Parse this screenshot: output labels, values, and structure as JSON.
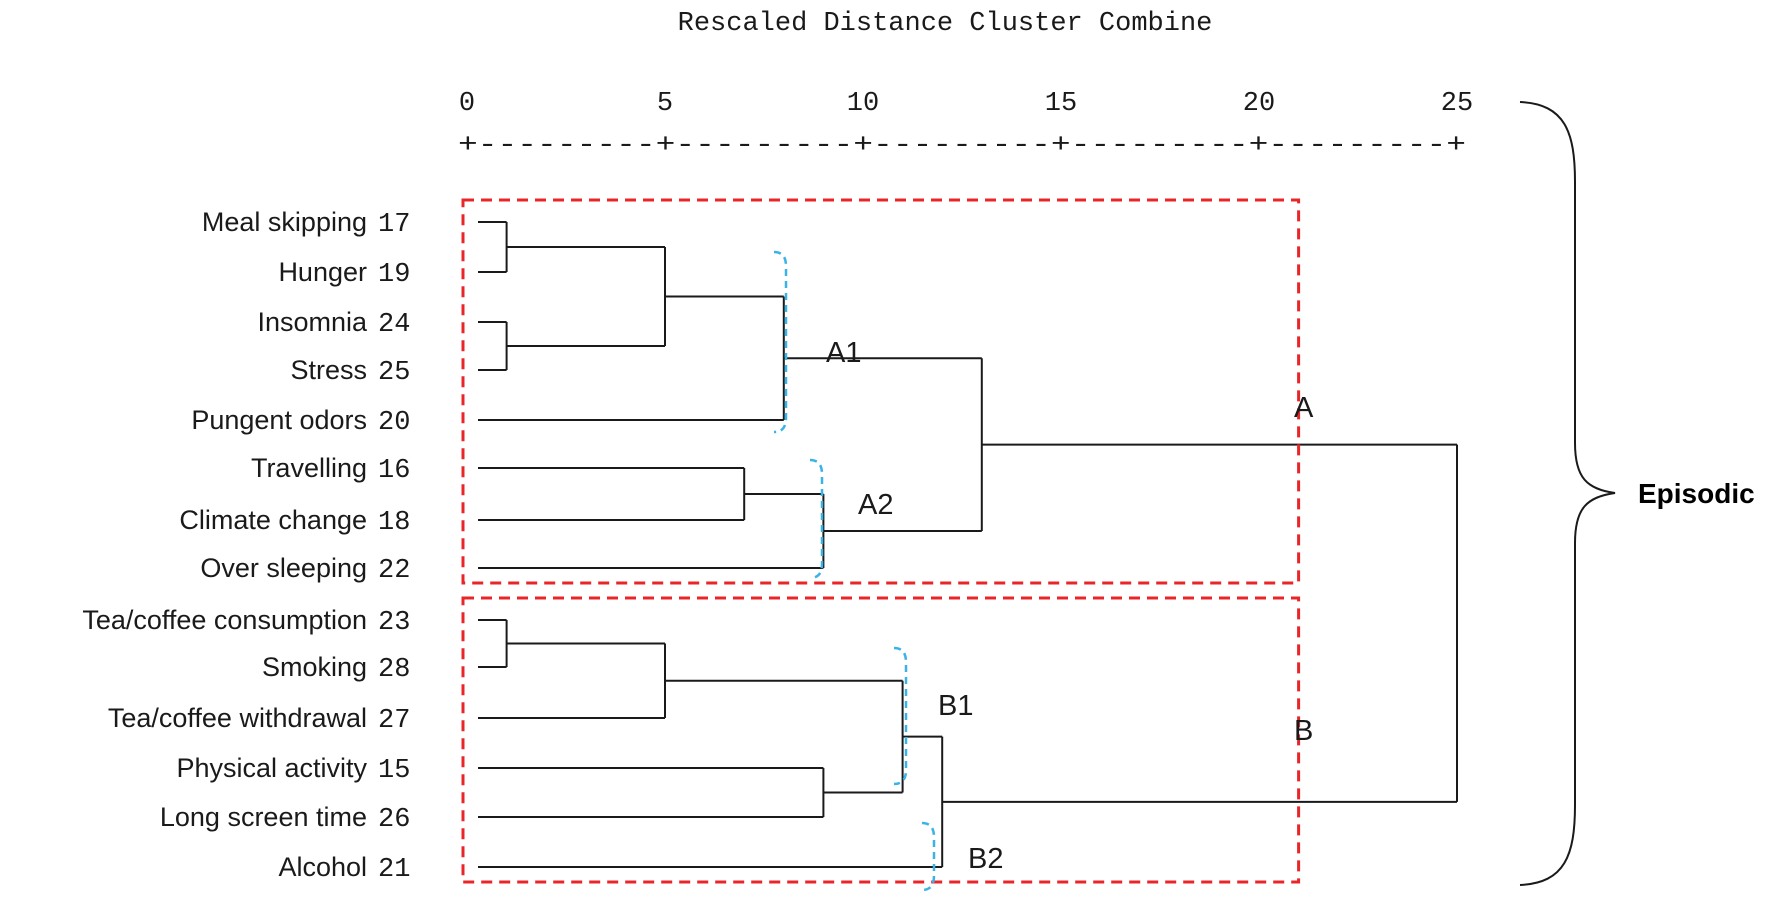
{
  "chart_data": {
    "type": "dendrogram",
    "title": "Rescaled Distance Cluster Combine",
    "axis": {
      "min": 0,
      "max": 25,
      "ticks": [
        0,
        5,
        10,
        15,
        20,
        25
      ],
      "tick_labels": [
        "0",
        "5",
        "10",
        "15",
        "20",
        "25"
      ],
      "ruler": "+---------+---------+---------+---------+---------+"
    },
    "leaves": [
      {
        "label": "Meal skipping",
        "id": "17"
      },
      {
        "label": "Hunger",
        "id": "19"
      },
      {
        "label": "Insomnia",
        "id": "24"
      },
      {
        "label": "Stress",
        "id": "25"
      },
      {
        "label": "Pungent odors",
        "id": "20"
      },
      {
        "label": "Travelling",
        "id": "16"
      },
      {
        "label": "Climate change",
        "id": "18"
      },
      {
        "label": "Over sleeping",
        "id": "22"
      },
      {
        "label": "Tea/coffee consumption",
        "id": "23"
      },
      {
        "label": "Smoking",
        "id": "28"
      },
      {
        "label": "Tea/coffee withdrawal",
        "id": "27"
      },
      {
        "label": "Physical activity",
        "id": "15"
      },
      {
        "label": "Long screen time",
        "id": "26"
      },
      {
        "label": "Alcohol",
        "id": "21"
      }
    ],
    "merges": [
      {
        "left": "L0",
        "right": "L1",
        "height": 1
      },
      {
        "left": "L2",
        "right": "L3",
        "height": 1
      },
      {
        "left": "M0",
        "right": "M1",
        "height": 5
      },
      {
        "left": "M2",
        "right": "L4",
        "height": 8
      },
      {
        "left": "L5",
        "right": "L6",
        "height": 7
      },
      {
        "left": "M4",
        "right": "L7",
        "height": 9
      },
      {
        "left": "M3",
        "right": "M5",
        "height": 13
      },
      {
        "left": "L8",
        "right": "L9",
        "height": 1
      },
      {
        "left": "M7",
        "right": "L10",
        "height": 5
      },
      {
        "left": "L11",
        "right": "L12",
        "height": 9
      },
      {
        "left": "M8",
        "right": "M9",
        "height": 11
      },
      {
        "left": "M10",
        "right": "L13",
        "height": 12
      },
      {
        "left": "M6",
        "right": "M11",
        "height": 25
      }
    ],
    "clusters": [
      {
        "label": "A",
        "first_leaf": 0,
        "last_leaf": 7,
        "box_to": 21
      },
      {
        "label": "B",
        "first_leaf": 8,
        "last_leaf": 13,
        "box_to": 21
      }
    ],
    "subclusters": [
      {
        "label": "A1",
        "first_leaf": 0,
        "last_leaf": 4
      },
      {
        "label": "A2",
        "first_leaf": 5,
        "last_leaf": 7
      },
      {
        "label": "B1",
        "first_leaf": 8,
        "last_leaf": 12
      },
      {
        "label": "B2",
        "first_leaf": 13,
        "last_leaf": 13
      }
    ],
    "group_label": "Episodic",
    "colors": {
      "tree": "#1a1a1a",
      "cluster_box": "#e8262a",
      "subcluster_bracket": "#3ab3e6",
      "text": "#1a1a1a"
    }
  }
}
